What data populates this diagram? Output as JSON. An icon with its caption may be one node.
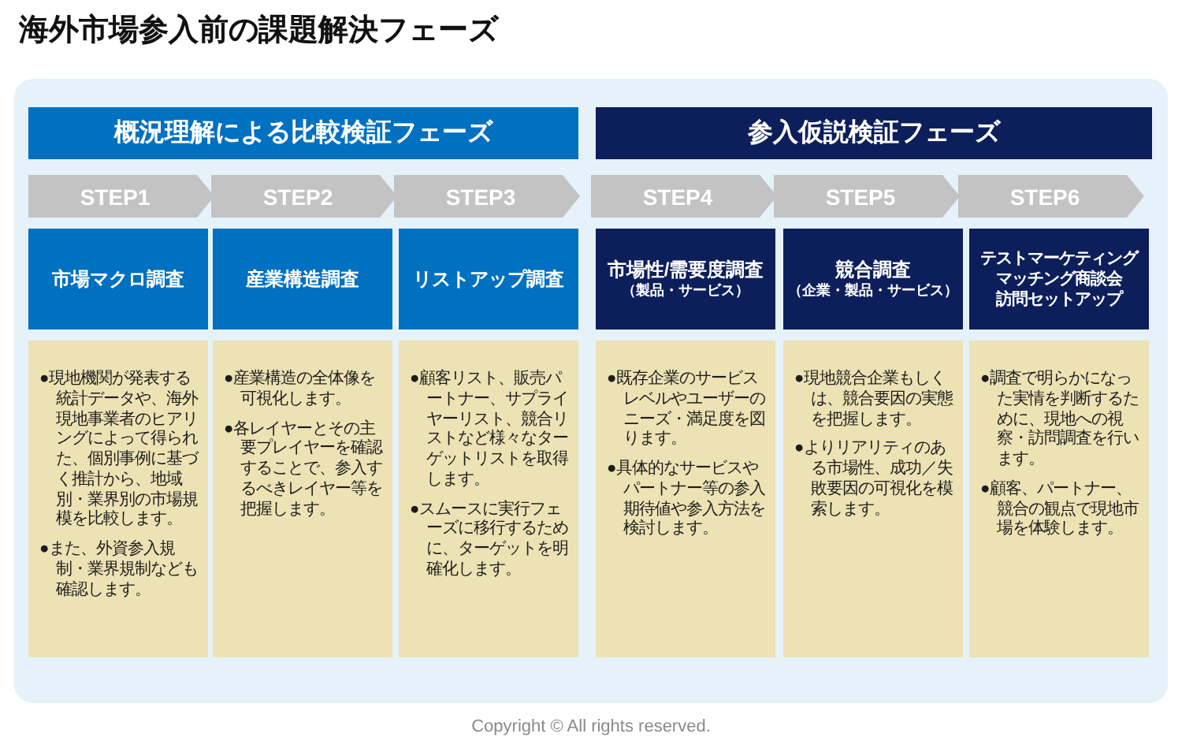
{
  "diagram": {
    "title": "海外市場参入前の課題解決フェーズ",
    "nodes": [
      {
        "text": [
          "概況理解による比較検証フェーズ"
        ]
      },
      {
        "text": [
          "参入仮説検証フェーズ"
        ]
      },
      {
        "text": [
          "STEP1"
        ]
      },
      {
        "text": [
          "STEP2"
        ]
      },
      {
        "text": [
          "STEP3"
        ]
      },
      {
        "text": [
          "STEP4"
        ]
      },
      {
        "text": [
          "STEP5"
        ]
      },
      {
        "text": [
          "STEP6"
        ]
      },
      {
        "text": [
          "市場マクロ調査"
        ]
      },
      {
        "text": [
          "産業構造調査"
        ]
      },
      {
        "text": [
          "リストアップ調査"
        ]
      },
      {
        "text": [
          "市場性/需要度調査",
          "（製品・サービス）"
        ]
      },
      {
        "text": [
          "競合調査",
          "（企業・製品・サービス）"
        ]
      },
      {
        "text": [
          "テストマーケティング",
          "マッチング商談会",
          "訪問セットアップ"
        ]
      },
      {
        "text": [
          "●現地機関が発表する統計データや、海外現地事業者のヒアリングによって得られた、個別事例に基づく推計から、地域別・業界別の市場規模を比較します。",
          "●また、外資参入規制・業界規制なども確認します。"
        ]
      },
      {
        "text": [
          "●産業構造の全体像を可視化します。",
          "●各レイヤーとその主要プレイヤーを確認することで、参入するべきレイヤー等を把握します。"
        ]
      },
      {
        "text": [
          "●顧客リスト、販売パートナー、サプライヤーリスト、競合リストなど様々なターゲットリストを取得します。",
          "●スムースに実行フェーズに移行するために、ターゲットを明確化します。"
        ]
      },
      {
        "text": [
          "●既存企業のサービスレベルやユーザーのニーズ・満足度を図ります。",
          "●具体的なサービスやパートナー等の参入期待値や参入方法を検討します。"
        ]
      },
      {
        "text": [
          "●現地競合企業もしくは、競合要因の実態を把握します。",
          "●よりリアリティのある市場性、成功／失敗要因の可視化を模索します。"
        ]
      },
      {
        "text": [
          "●調査で明らかになった実情を判断するために、現地への視察・訪問調査を行います。",
          "●顧客、パートナー、競合の観点で現地市場を体験します。"
        ]
      }
    ],
    "labels": [
      "Copyright © All rights reserved."
    ]
  }
}
